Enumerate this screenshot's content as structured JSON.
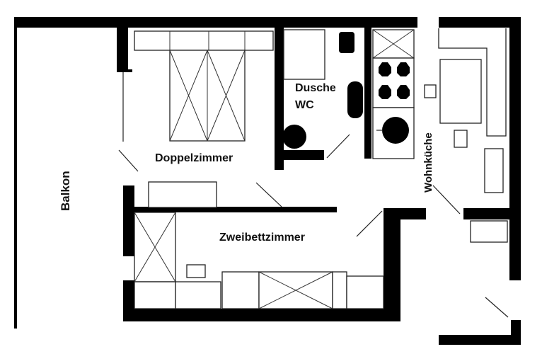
{
  "plan": {
    "rooms": {
      "balcony": "Balkon",
      "double_room": "Doppelzimmer",
      "shower": "Dusche",
      "wc": "WC",
      "twin_room": "Zweibettzimmer",
      "kitchen_living": "Wohnküche"
    },
    "colors": {
      "wall": "#000000",
      "line": "#222222",
      "background": "#ffffff"
    }
  }
}
